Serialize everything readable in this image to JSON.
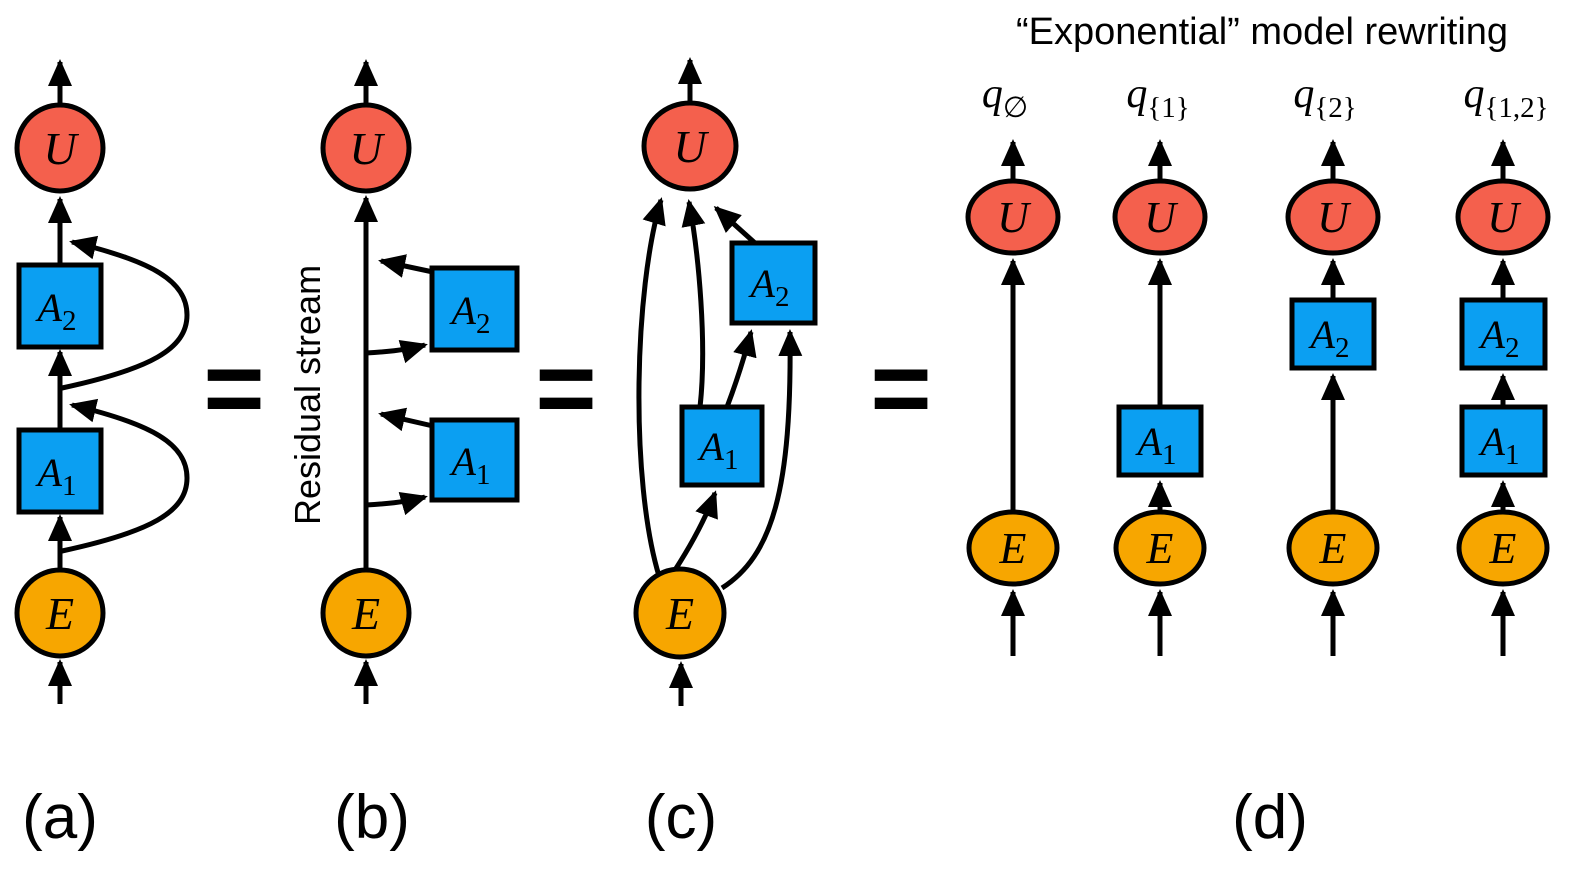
{
  "figure": {
    "title": "“Exponential” model rewriting",
    "stream_label": "Residual stream",
    "equals": "=",
    "captions": {
      "a": "(a)",
      "b": "(b)",
      "c": "(c)",
      "d": "(d)"
    },
    "nodes": {
      "embed": "E",
      "unembed": "U",
      "attn": "A",
      "sub1": "1",
      "sub2": "2"
    },
    "q_labels": [
      {
        "base": "q",
        "sub": "∅"
      },
      {
        "base": "q",
        "sub": "{1}"
      },
      {
        "base": "q",
        "sub": "{2}"
      },
      {
        "base": "q",
        "sub": "{1,2}"
      }
    ],
    "colors": {
      "embed_fill": "#f7a600",
      "unembed_fill": "#f4604d",
      "attn_fill": "#0b9ff2",
      "line": "#000000"
    }
  }
}
